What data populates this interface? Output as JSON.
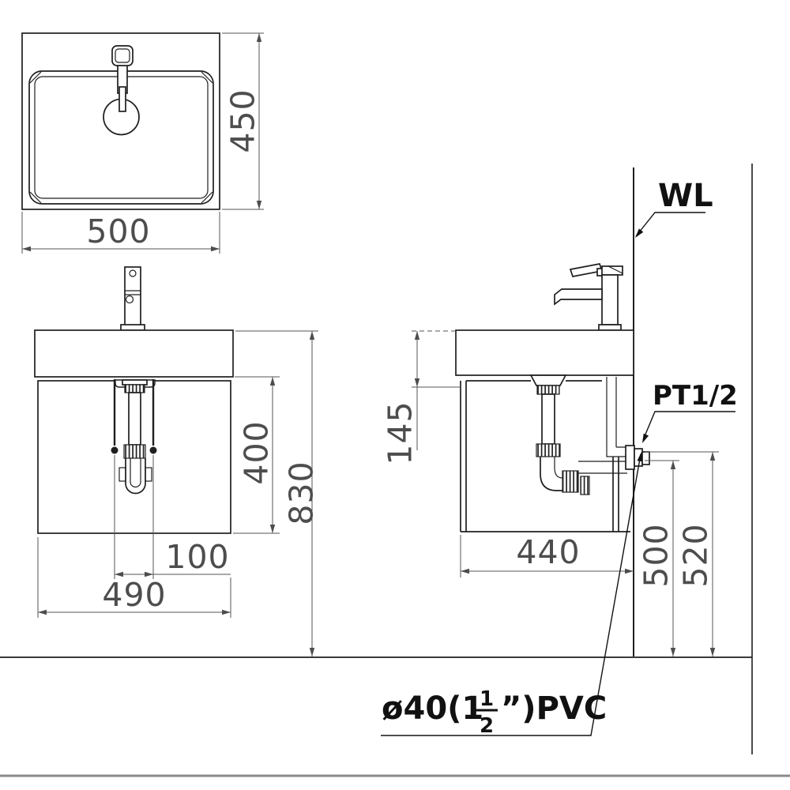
{
  "drawing": {
    "top_view": {
      "width_label": "500",
      "depth_label": "450"
    },
    "front_view": {
      "total_height_label": "830",
      "under_basin_height_label": "400",
      "cabinet_width_label": "490",
      "drain_offset_label": "100"
    },
    "side_view": {
      "cabinet_depth_label": "440",
      "rim_to_trap_label": "145",
      "drain_outlet_height_label": "500",
      "supply_height_label": "520"
    },
    "labels": {
      "wall_line": "WL",
      "supply_connection": "PT1/2",
      "drain_pipe_prefix": "ø40(1",
      "drain_pipe_frac_num": "1",
      "drain_pipe_frac_den": "2",
      "drain_pipe_suffix": "”)PVC"
    }
  }
}
